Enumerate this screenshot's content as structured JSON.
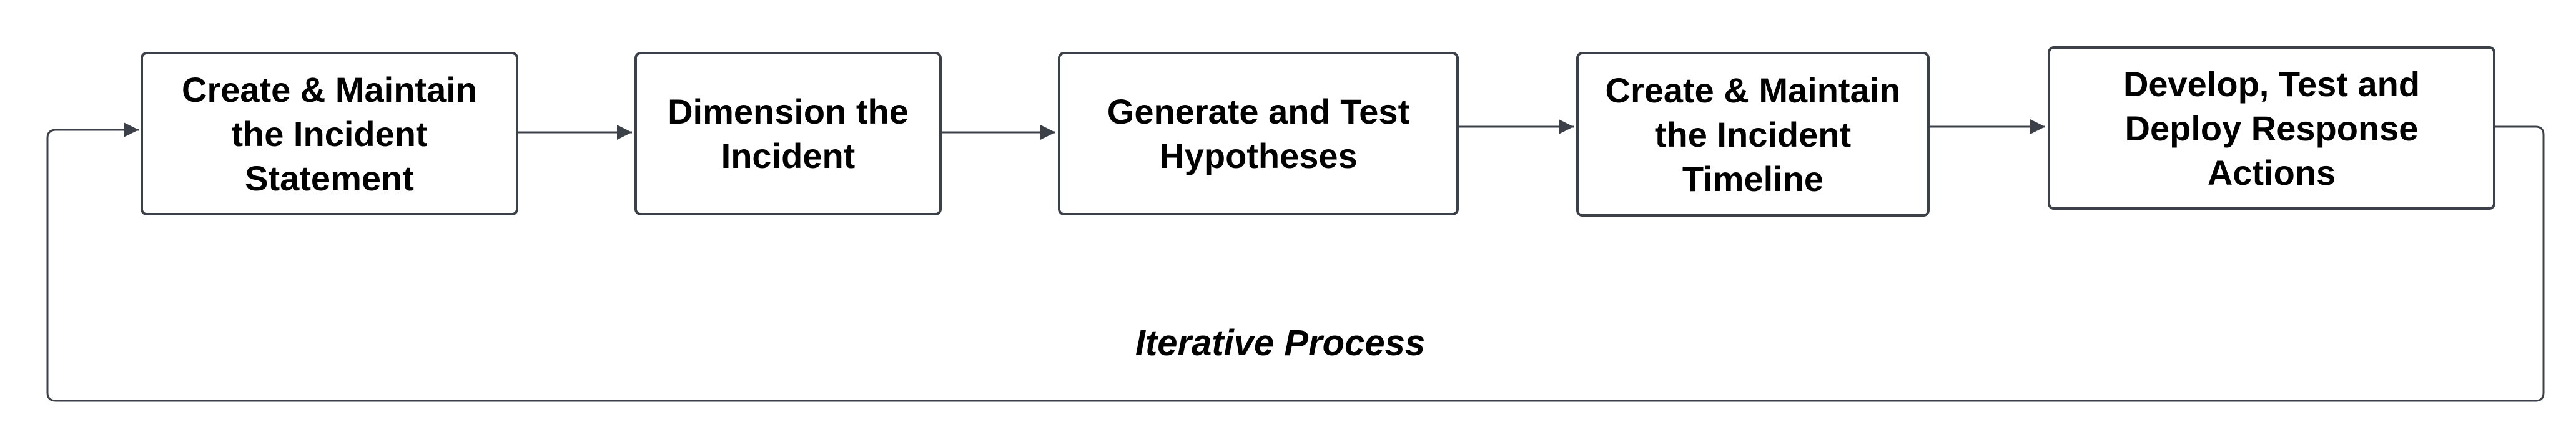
{
  "diagram": {
    "steps": [
      {
        "label": "Create & Maintain the Incident Statement"
      },
      {
        "label": "Dimension the Incident"
      },
      {
        "label": "Generate and Test Hypotheses"
      },
      {
        "label": "Create & Maintain the Incident Timeline"
      },
      {
        "label": "Develop, Test and Deploy Response Actions"
      }
    ],
    "loop_label": "Iterative Process",
    "colors": {
      "stroke": "#3c4048",
      "text": "#000000",
      "background": "#ffffff"
    }
  }
}
